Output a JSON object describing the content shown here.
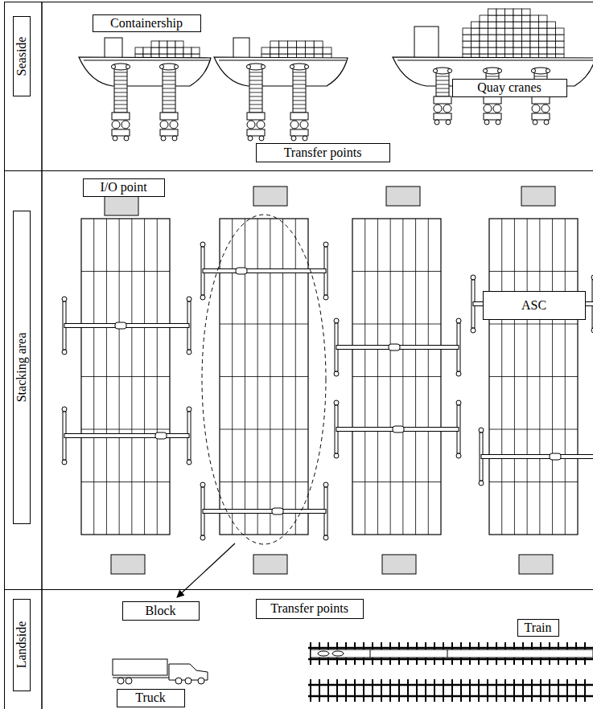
{
  "diagram": {
    "nodes": [
      {
        "text": [
          "Seaside"
        ]
      },
      {
        "text": [
          "Containership"
        ],
        "in": 0
      },
      {
        "text": [
          "Quay cranes"
        ],
        "in": 0
      },
      {
        "text": [
          "Transfer points"
        ],
        "in": 0
      },
      {
        "text": [
          "Stacking area"
        ]
      },
      {
        "text": [
          "I/O point"
        ],
        "in": 4
      },
      {
        "text": [
          "ASC"
        ],
        "in": 4
      },
      {
        "text": [
          "Landside"
        ]
      },
      {
        "text": [
          "Block"
        ],
        "in": 7
      },
      {
        "text": [
          "Transfer points"
        ],
        "in": 7
      },
      {
        "text": [
          "Train"
        ],
        "in": 7
      },
      {
        "text": [
          "Truck"
        ],
        "in": 7
      }
    ]
  }
}
